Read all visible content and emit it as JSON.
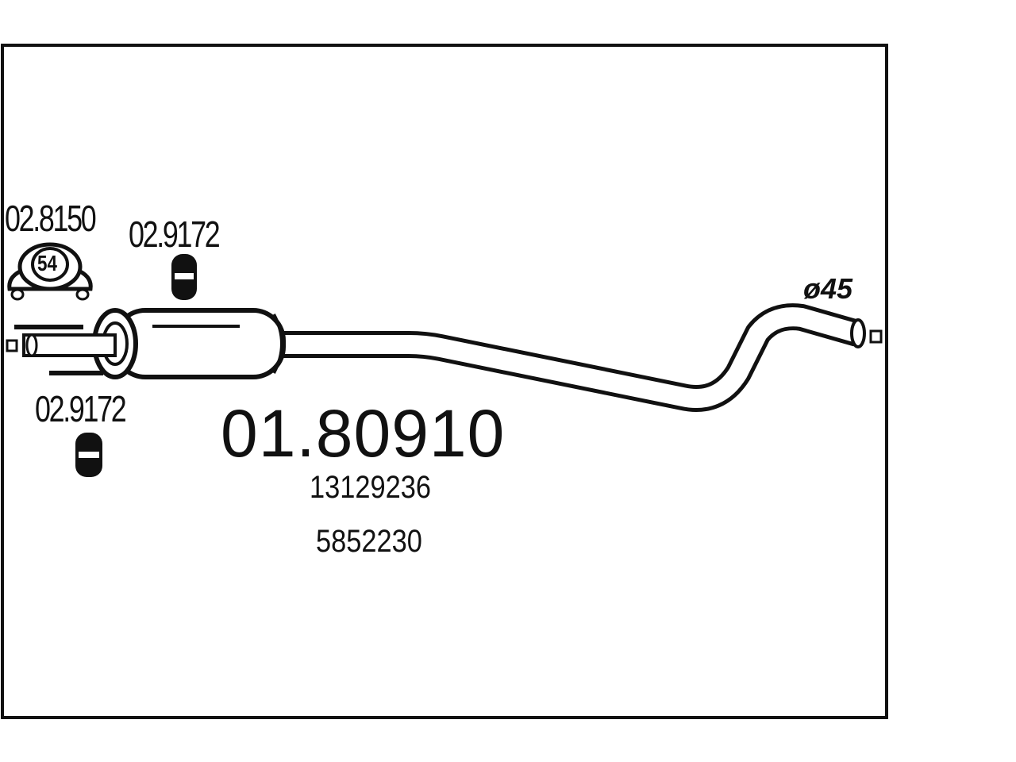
{
  "diagram": {
    "part_number": "01.80910",
    "oem_numbers": [
      "13129236",
      "5852230"
    ],
    "callouts": {
      "clamp": "02.8150",
      "clamp_size": "54",
      "hanger_top": "02.9172",
      "hanger_bottom": "02.9172"
    },
    "pipe_diameter_label": "ø45"
  },
  "colors": {
    "line": "#111111",
    "background": "#ffffff"
  }
}
